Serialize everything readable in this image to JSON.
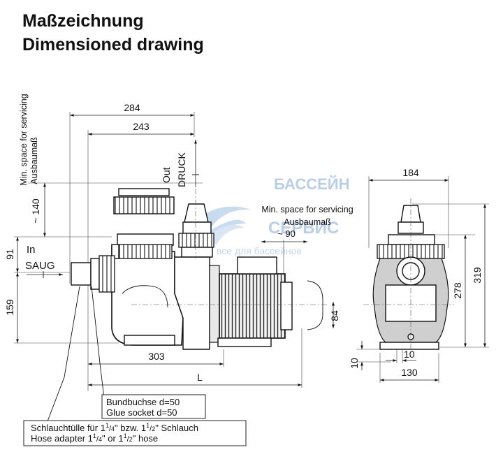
{
  "header": {
    "title_de": "Maßzeichnung",
    "title_en": "Dimensioned drawing"
  },
  "watermark": {
    "line1": "БАССЕЙН",
    "line2": "СЕРВИС",
    "line3": "все для бассейнов",
    "color": "#b8cfe8"
  },
  "dimensions": {
    "d284": "284",
    "d243": "243",
    "d184": "184",
    "d140": "~ 140",
    "d91": "91",
    "d159": "159",
    "d303": "303",
    "dL": "L",
    "d84": "84",
    "d278": "278",
    "d319": "319",
    "d10a": "10",
    "d10b": "10",
    "d130": "130",
    "d90": "~ 90"
  },
  "labels": {
    "service_left_en": "Min. space for servicing",
    "service_left_de": "Ausbaumaß",
    "service_mid_en": "Min. space for servicing",
    "service_mid_de": "Ausbaumaß",
    "out_en": "Out",
    "out_de": "DRUCK",
    "in_en": "In",
    "in_de": "SAUG"
  },
  "notes": {
    "bund_de": "Bundbuchse  d=50",
    "bund_en": "Glue socket  d=50",
    "hose_de_a": "Schlauchtülle für 1",
    "hose_de_b": "\"  bzw. 1",
    "hose_de_c": "\" Schlauch",
    "hose_en_a": "Hose adapter 1",
    "hose_en_b": "\"  or 1",
    "hose_en_c": "\" hose",
    "frac_num_1": "1",
    "frac_den_1": "4",
    "frac_num_2": "1",
    "frac_den_2": "2"
  }
}
